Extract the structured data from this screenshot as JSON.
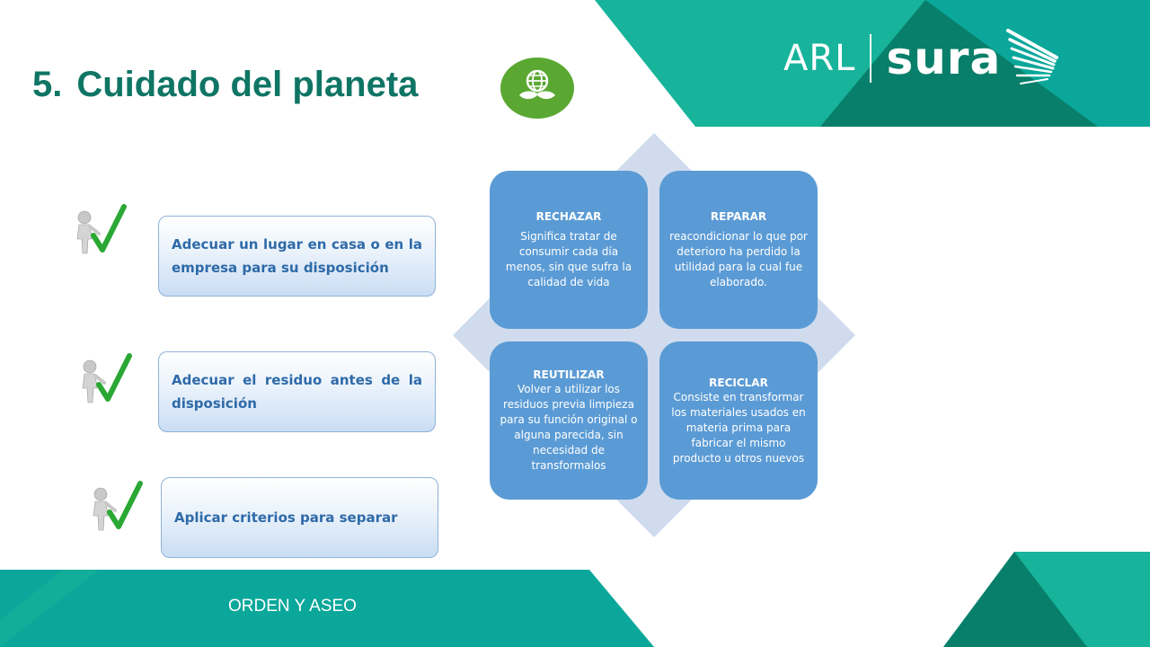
{
  "slide": {
    "title_number": "5.",
    "title_text": "Cuidado del planeta",
    "footer_text": "ORDEN Y ASEO"
  },
  "logo": {
    "arl": "ARL",
    "sura": "sura"
  },
  "actions": [
    {
      "text": "Adecuar un lugar en casa o en la empresa para su disposición"
    },
    {
      "text": "Adecuar el residuo antes de la disposición"
    },
    {
      "text": "Aplicar criterios para separar"
    }
  ],
  "tiles": [
    {
      "heading": "RECHAZAR",
      "body": "Significa tratar de consumir cada día menos, sin que sufra la calidad de vida"
    },
    {
      "heading": "REPARAR",
      "body": "reacondicionar lo que por deterioro ha perdido la utilidad para la cual fue elaborado."
    },
    {
      "heading": "REUTILIZAR",
      "body": "Volver a utilizar los residuos previa limpieza para su función original o alguna parecida, sin necesidad de transformalos"
    },
    {
      "heading": "RECICLAR",
      "body": "Consiste en transformar los materiales usados en materia prima  para fabricar el mismo producto u otros nuevos"
    }
  ],
  "colors": {
    "teal_light": "#17b39b",
    "teal": "#0aa79a",
    "teal_dark": "#087f6a",
    "title": "#0f7564",
    "tile_blue": "#5b9bd5",
    "diamond": "#d0dcee",
    "check_green": "#2aa833",
    "badge_green": "#5aa832"
  },
  "icons": {
    "badge": "globe-leaves-icon",
    "figure": "person-with-checkmark-icon"
  }
}
